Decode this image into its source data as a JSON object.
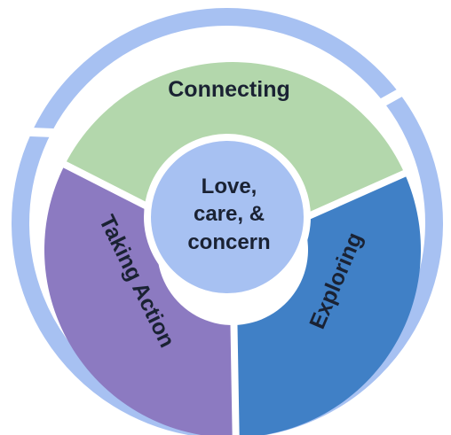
{
  "colors": {
    "outer_ring": "#a7c1f2",
    "connecting": "#b3d7ac",
    "exploring": "#4080c6",
    "taking_action": "#8c7ac1",
    "center": "#a7c1f2",
    "text": "#1a2233",
    "gap": "#ffffff"
  },
  "segments": {
    "connecting": "Connecting",
    "exploring": "Exploring",
    "taking_action": "Taking Action"
  },
  "center": {
    "line1": "Love,",
    "line2": "care, &",
    "line3": "concern"
  }
}
